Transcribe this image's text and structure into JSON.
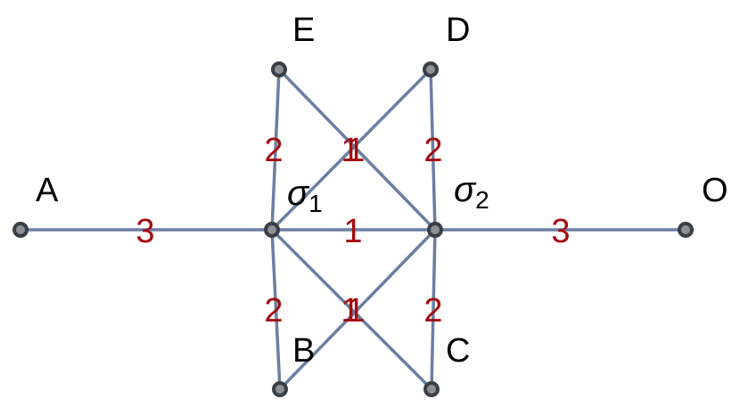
{
  "colors": {
    "edge": "#6a7fa3",
    "node_fill": "#8e9093",
    "node_stroke": "#3a3f47",
    "weight_label": "#a30d0d",
    "text": "#000000"
  },
  "nodes": [
    {
      "id": "A",
      "label": "A"
    },
    {
      "id": "sigma1",
      "label_symbol": "σ",
      "label_subscript": "1"
    },
    {
      "id": "sigma2",
      "label_symbol": "σ",
      "label_subscript": "2"
    },
    {
      "id": "O",
      "label": "O"
    },
    {
      "id": "E",
      "label": "E"
    },
    {
      "id": "D",
      "label": "D"
    },
    {
      "id": "B",
      "label": "B"
    },
    {
      "id": "C",
      "label": "C"
    }
  ],
  "edges": [
    {
      "from": "A",
      "to": "sigma1",
      "weight": "3"
    },
    {
      "from": "sigma1",
      "to": "sigma2",
      "weight": "1"
    },
    {
      "from": "sigma2",
      "to": "O",
      "weight": "3"
    },
    {
      "from": "E",
      "to": "sigma1",
      "weight": "2"
    },
    {
      "from": "D",
      "to": "sigma2",
      "weight": "2"
    },
    {
      "from": "B",
      "to": "sigma1",
      "weight": "2"
    },
    {
      "from": "C",
      "to": "sigma2",
      "weight": "2"
    },
    {
      "from": "E",
      "to": "sigma2",
      "weight": "1"
    },
    {
      "from": "D",
      "to": "sigma1",
      "weight": "1"
    },
    {
      "from": "B",
      "to": "sigma2",
      "weight": "1"
    },
    {
      "from": "C",
      "to": "sigma1",
      "weight": "1"
    }
  ]
}
